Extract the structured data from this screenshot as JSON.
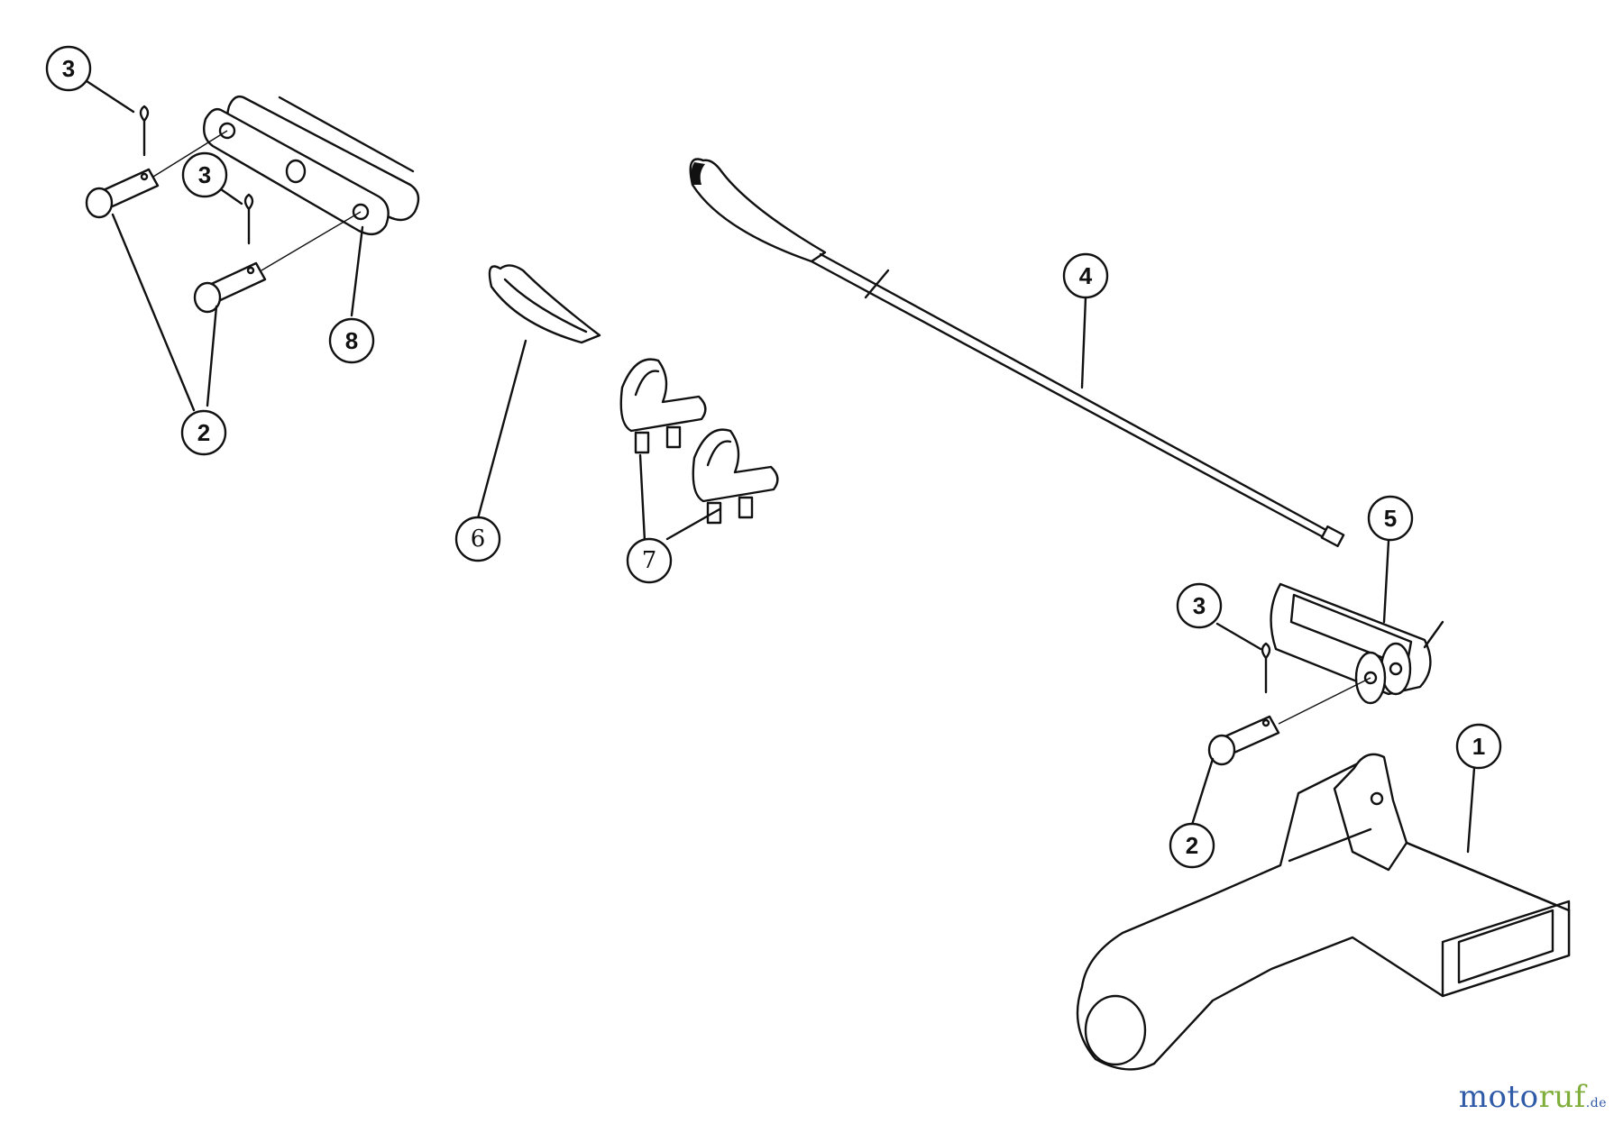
{
  "callouts": [
    {
      "id": "c3a",
      "label": "3"
    },
    {
      "id": "c3b",
      "label": "3"
    },
    {
      "id": "c8",
      "label": "8"
    },
    {
      "id": "c2a",
      "label": "2"
    },
    {
      "id": "c6",
      "label": "6"
    },
    {
      "id": "c7",
      "label": "7"
    },
    {
      "id": "c4",
      "label": "4"
    },
    {
      "id": "c5",
      "label": "5"
    },
    {
      "id": "c3c",
      "label": "3"
    },
    {
      "id": "c1",
      "label": "1"
    },
    {
      "id": "c2b",
      "label": "2"
    }
  ],
  "watermark": {
    "brand_a": "moto",
    "brand_b": "ruf",
    "suffix": ".de",
    "colors": {
      "a": "#2f5aa8",
      "b": "#7fae3a"
    }
  }
}
